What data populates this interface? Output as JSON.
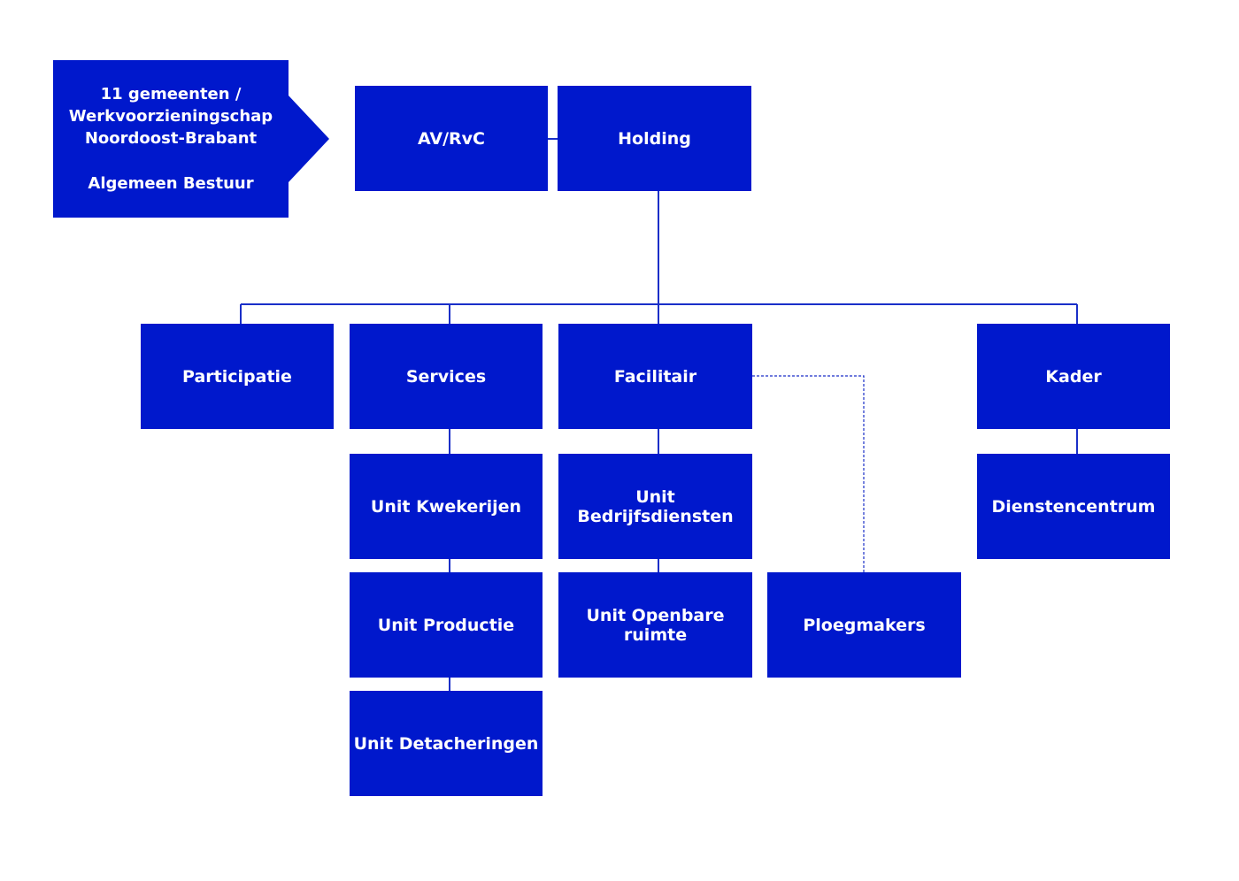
{
  "colors": {
    "box": "#0018cc",
    "line": "#1a2fc8",
    "text": "#ffffff"
  },
  "origin": {
    "line1": "11 gemeenten /",
    "line2": "Werkvoorzieningschap",
    "line3": "Noordoost-Brabant",
    "line4": "Algemeen Bestuur"
  },
  "nodes": {
    "avrvc": "AV/RvC",
    "holding": "Holding",
    "participatie": "Participatie",
    "services": "Services",
    "facilitair": "Facilitair",
    "kader": "Kader",
    "unit_kwekerijen": "Unit Kwekerijen",
    "unit_bedrijfsdiensten": "Unit Bedrijfsdiensten",
    "dienstencentrum": "Dienstencentrum",
    "unit_productie": "Unit Productie",
    "unit_openbare_ruimte": "Unit Openbare ruimte",
    "ploegmakers": "Ploegmakers",
    "unit_detacheringen": "Unit Detacheringen"
  }
}
